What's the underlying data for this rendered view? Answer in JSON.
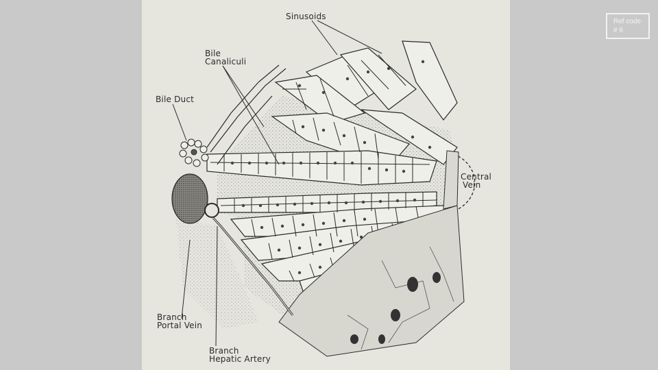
{
  "labels": {
    "sinusoids": "Sinusoids",
    "bile_canaliculi_1": "Bile",
    "bile_canaliculi_2": "Canaliculi",
    "bile_duct": "Bile Duct",
    "central_vein_1": "Central",
    "central_vein_2": "Vein",
    "portal_vein_1": "Branch",
    "portal_vein_2": "Portal Vein",
    "hepatic_artery_1": "Branch",
    "hepatic_artery_2": "Hepatic Artery"
  },
  "ref": {
    "line1": "Ref code",
    "line2": "# 6"
  },
  "colors": {
    "paper": "#e6e6df",
    "ink": "#2a2a2a",
    "background": "#c9c9c9"
  }
}
